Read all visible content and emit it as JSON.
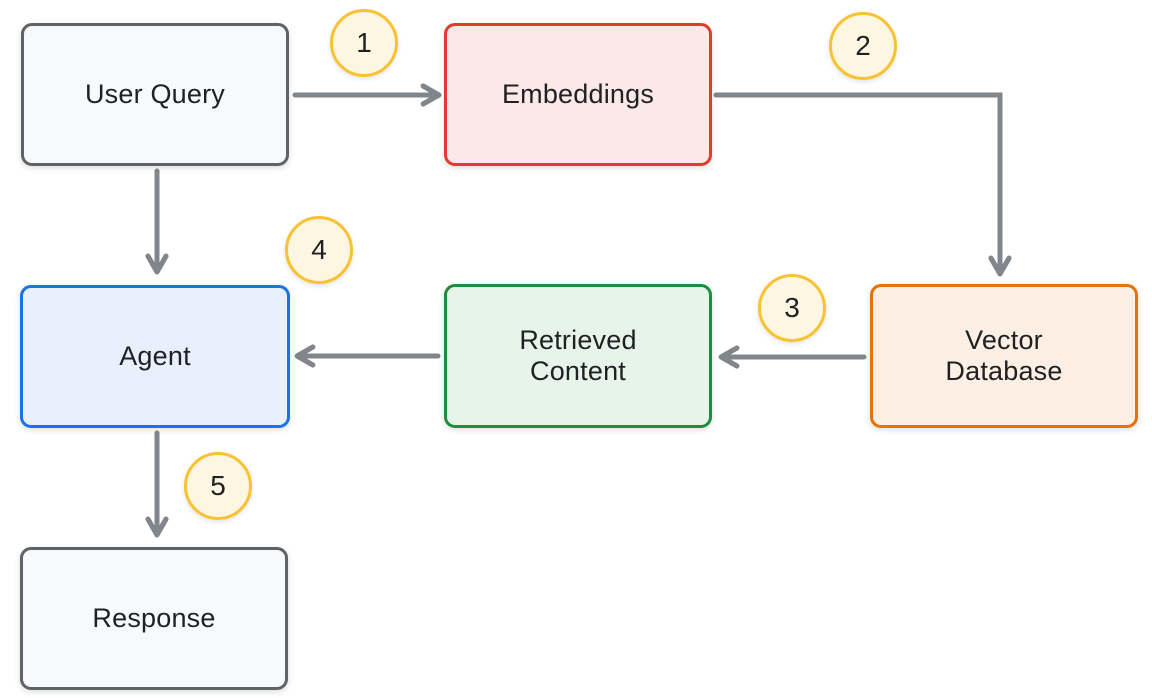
{
  "diagram": {
    "nodes": [
      {
        "id": "user-query",
        "label": "User Query",
        "border_color": "#5f6368",
        "fill_color": "#f8f9fa"
      },
      {
        "id": "embeddings",
        "label": "Embeddings",
        "border_color": "#e23b2e",
        "fill_color": "#fce9e7"
      },
      {
        "id": "vector-database",
        "label": "Vector Database",
        "border_color": "#e8710a",
        "fill_color": "#fdefe3"
      },
      {
        "id": "retrieved-content",
        "label": "Retrieved Content",
        "border_color": "#1e8e3e",
        "fill_color": "#e7f4ea"
      },
      {
        "id": "agent",
        "label": "Agent",
        "border_color": "#1a73e8",
        "fill_color": "#e8f0fe"
      },
      {
        "id": "response",
        "label": "Response",
        "border_color": "#5f6368",
        "fill_color": "#f8f9fa"
      }
    ],
    "steps": [
      {
        "number": "1"
      },
      {
        "number": "2"
      },
      {
        "number": "3"
      },
      {
        "number": "4"
      },
      {
        "number": "5"
      }
    ],
    "edges": [
      {
        "step": "1",
        "from": "User Query",
        "to": "Embeddings"
      },
      {
        "step": "2",
        "from": "Embeddings",
        "to": "Vector Database"
      },
      {
        "step": "3",
        "from": "Vector Database",
        "to": "Retrieved Content"
      },
      {
        "step": "4",
        "from": "Retrieved Content",
        "to": "Agent"
      },
      {
        "step": "",
        "from": "User Query",
        "to": "Agent"
      },
      {
        "step": "5",
        "from": "Agent",
        "to": "Response"
      }
    ],
    "colors": {
      "arrow": "#80868b",
      "step_fill": "#fdf7e2",
      "step_border": "#f9c232",
      "text": "#202124",
      "background": "#ffffff"
    }
  }
}
